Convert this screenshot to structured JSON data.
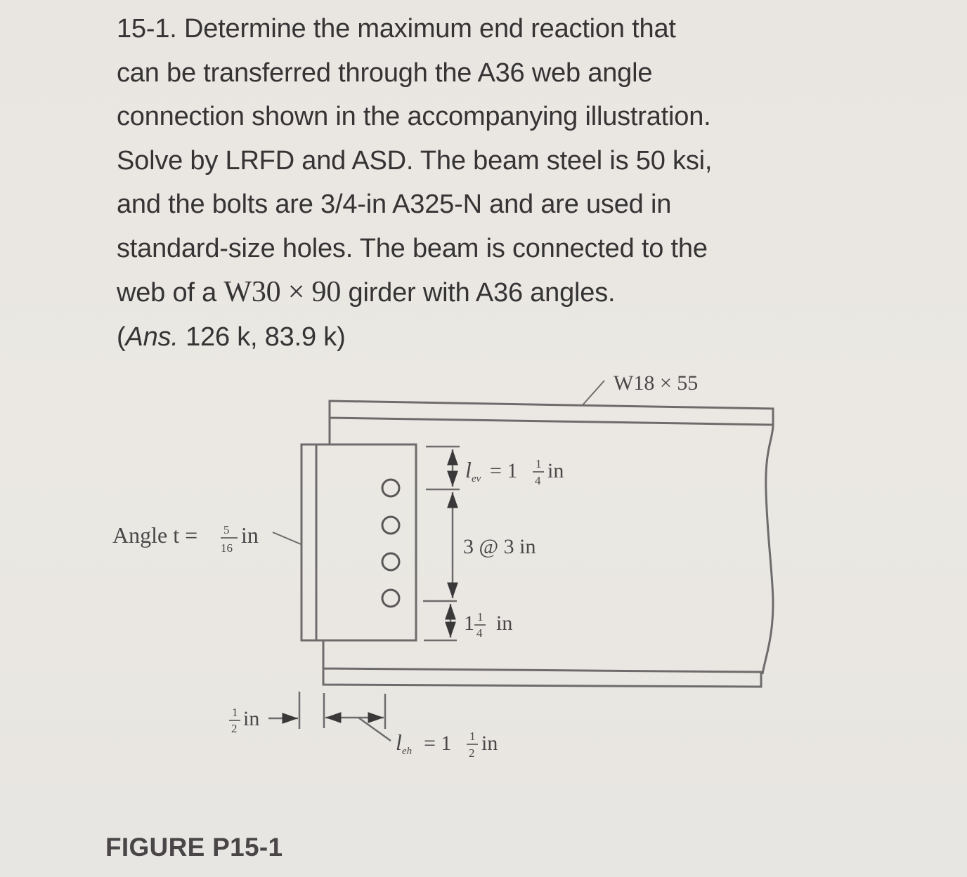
{
  "problem": {
    "number": "15-1.",
    "lines": [
      "Determine the maximum end reaction that",
      "can be transferred through the A36 web angle",
      "connection shown in the accompanying illustration.",
      "Solve by LRFD and ASD. The beam steel is 50 ksi,",
      "and the bolts are 3/4-in A325-N and are used in",
      "standard-size holes. The beam is connected to the"
    ],
    "line7_prefix": "web of a ",
    "girder_section": "W30 × 90",
    "line7_suffix": " girder with A36 angles.",
    "answer_open": "(",
    "answer_label": "Ans.",
    "answer_values": " 126 k, 83.9 k)"
  },
  "diagram": {
    "beam_label": "W18 × 55",
    "angle_label_prefix": "Angle t =",
    "angle_thickness": {
      "num": "5",
      "den": "16",
      "unit": "in"
    },
    "lev_label": "l",
    "lev_sub": "ev",
    "lev_value": {
      "eq": "= 1",
      "num": "1",
      "den": "4",
      "unit": "in"
    },
    "bolt_spacing": "3 @ 3 in",
    "bottom_edge": {
      "whole": "1",
      "num": "1",
      "den": "4",
      "unit": "in"
    },
    "gap": {
      "num": "1",
      "den": "2",
      "unit": "in"
    },
    "leh_label": "l",
    "leh_sub": "eh",
    "leh_value": {
      "eq": "= 1",
      "num": "1",
      "den": "2",
      "unit": "in"
    },
    "bolt_count": 4,
    "line_color": "#6e6b6c"
  },
  "figure_caption": "FIGURE P15-1"
}
